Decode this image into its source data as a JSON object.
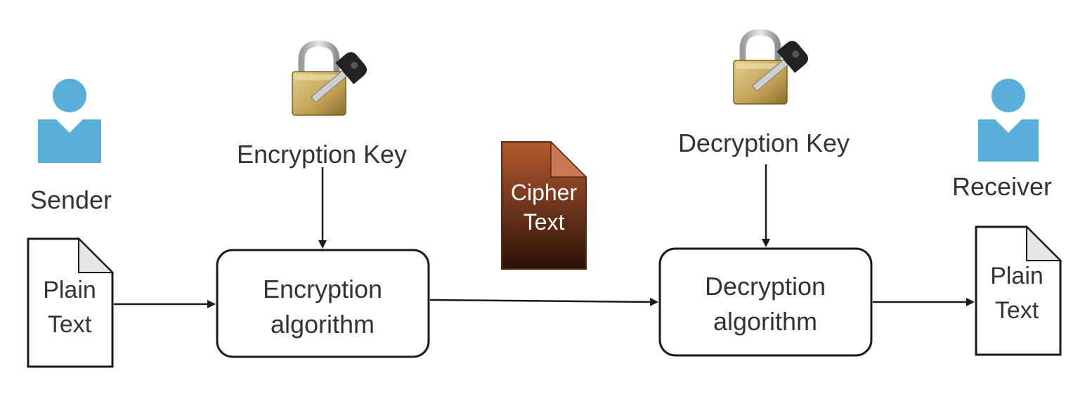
{
  "sender": {
    "label": "Sender",
    "document_lines": [
      "Plain",
      "Text"
    ]
  },
  "receiver": {
    "label": "Receiver",
    "document_lines": [
      "Plain",
      "Text"
    ]
  },
  "encryption": {
    "key_label": "Encryption Key",
    "algorithm_lines": [
      "Encryption",
      "algorithm"
    ]
  },
  "decryption": {
    "key_label": "Decryption Key",
    "algorithm_lines": [
      "Decryption",
      "algorithm"
    ]
  },
  "cipher": {
    "lines": [
      "Cipher",
      "Text"
    ]
  },
  "colors": {
    "person": "#5aafd8",
    "stroke": "#1a1a1a",
    "text": "#333333",
    "cipher_top": "#b55a30",
    "cipher_bottom": "#2a1208",
    "lock_gold": "#c9a95a",
    "key_dark": "#222222"
  },
  "icons": {
    "person": "person-icon",
    "lock": "padlock-key-icon",
    "document": "document-icon"
  }
}
